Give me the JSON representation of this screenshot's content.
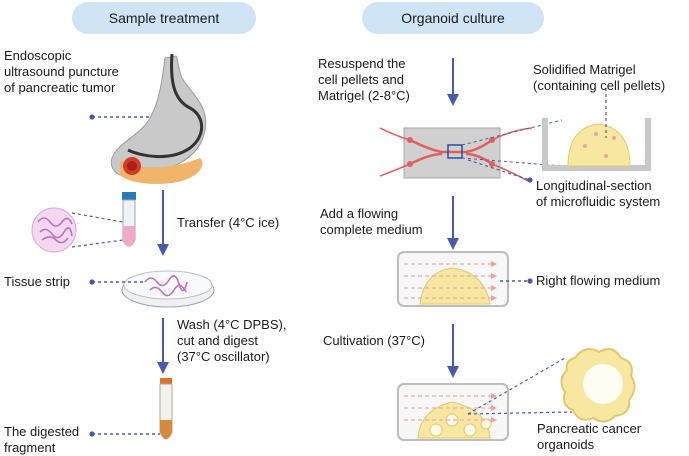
{
  "headers": {
    "left": "Sample treatment",
    "right": "Organoid culture"
  },
  "left_column": {
    "puncture_line1": "Endoscopic",
    "puncture_line2": "ultrasound puncture",
    "puncture_line3": "of pancreatic tumor",
    "transfer": "Transfer (4°C ice)",
    "tissue_strip": "Tissue strip",
    "wash_line1": "Wash (4°C DPBS),",
    "wash_line2": "cut  and  digest",
    "wash_line3": "(37°C oscillator)",
    "digested_line1": "The digested",
    "digested_line2": "fragment"
  },
  "right_column": {
    "resuspend_line1": "Resuspend the",
    "resuspend_line2": "cell pellets and",
    "resuspend_line3": "Matrigel (2-8°C)",
    "matrigel_line1": "Solidified Matrigel",
    "matrigel_line2": "(containing  cell pellets)",
    "section_line1": "Longitudinal-section",
    "section_line2": "of microfluidic system",
    "flowing_line1": "Add a flowing",
    "flowing_line2": "complete medium",
    "right_flowing": "Right flowing medium",
    "cultivation": "Cultivation (37°C)",
    "organoids_line1": "Pancreatic cancer",
    "organoids_line2": "organoids"
  },
  "colors": {
    "pill": "#cfe5f6",
    "arrow": "#4a5aa8",
    "dotted_line": "#4a5aa8",
    "medium_arrow": "#f0a8a8",
    "matrigel": "#f8e7a0",
    "tissue": "#c878c8",
    "chip_channel": "#e06060"
  }
}
